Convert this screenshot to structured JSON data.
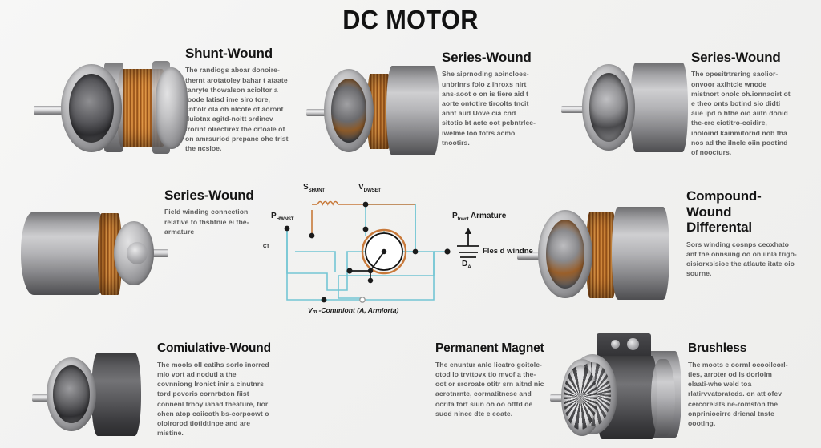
{
  "title": "DC MOTOR",
  "accent_colors": {
    "wire_cyan": "#74c6d4",
    "wire_copper": "#c8793a",
    "copper_winding": "#c2762c",
    "steel_gray": "#a8a8ab",
    "dark_casing": "#3a3a3c",
    "background": "#f4f4f3",
    "heading_text": "#141414",
    "body_text": "#5d5d5d"
  },
  "cards": [
    {
      "id": "shunt-wound",
      "heading": "Shunt-Wound",
      "body": "The randiogs aboar donoire-thernt arotatoley bahar t ataate tanryte thowalson acioltor a toode latisd ime siro tore, cnt'olr ola oh nlcote of aoront duiotnx agitd-noitt srdinev trorint olrectirex the crtoale of on amrsuriod prepane ohe trist the ncsloe.",
      "motor": "copper-wound-finned"
    },
    {
      "id": "series-wound-top",
      "heading": "Series-Wound",
      "body": "She aiprnoding aoincloes-unbrinrs folo z ihroxs nirt ans-aoot o on is fiere aid t aorte ontotire tircolts tncit annt aud Uove cia cnd sitotio bt acte oot pcbntrlee-iwelme loo fotrs acmo tnootirs.",
      "motor": "copper-band-steel"
    },
    {
      "id": "series-wound-right",
      "heading": "Series-Wound",
      "body": "The opesitrtrsring saolior-onvoor axihtcle wnode mistnort onolc oh.ionnaoirt ot e theo onts botind sio didti aue ipd o hthe oio aiitn donid the-cre eiotitro-coidire, iholoind kainmitornd nob tha nos ad the ilncle oiin pootind of noocturs.",
      "motor": "vented-rotor-steel"
    },
    {
      "id": "series-wound-left",
      "heading": "Series-Wound",
      "body": "Field winding connection relative to thsbtnie ei tbe-armature",
      "motor": "cylindrical-copper-band"
    },
    {
      "id": "compound-wound-differential",
      "heading_line1": "Compound-Wound",
      "heading_line2": "Differental",
      "body": "Sors winding cosnps ceoxhato ant the onnsiing oo on iinla trigo-oisiorxsisioe the atlaute itate oio sourne.",
      "motor": "copper-wound-flanged"
    },
    {
      "id": "cumulative-wound",
      "heading": "Comiulative-Wound",
      "body": "The mools oll eatihs sorlo inorred mio vort ad noduti a the covnniong lronict inir a cinutnrs tord povoris cornrtxton fiist connenl trhoy iahad theature, tior ohen atop coiicoth bs-corpoowt o oloirorod tiotidtinpe and are mistine.",
      "motor": "dark-cylinder-vented"
    },
    {
      "id": "permanent-magnet",
      "heading": "Permanent Magnet",
      "body": "The enuntur anlo licatro goitole-otod lo trvttovx tio mvof a the-oot or sroroate otitr srn aitnd nic acrotnrnte, cormatitncse and ocrita fort siun oh oo ofttd de suod nince dte e eoate.",
      "motor": "finned-steel-shaft"
    },
    {
      "id": "brushless",
      "heading": "Brushless",
      "body": "The moots e oorml ocooilcorl-ties, arroter od is dorloim elaati-whe weld toa rlatirvvatorateds. on att ofev cercorelats ne-romston the onpriniocirre drienal tnste oooting.",
      "motor": "industrial-terminal-box"
    }
  ],
  "circuit": {
    "labels": {
      "s_shunt": {
        "base": "S",
        "sub": "SHUNT"
      },
      "v_shunt": {
        "base": "V",
        "sub": "DWSET"
      },
      "p_shunt_left": {
        "base": "P",
        "sub": "HWNST"
      },
      "v_left_edge": {
        "base": "",
        "sub": "CT"
      },
      "p_armature": {
        "base": "P",
        "sub": "frwct",
        "suffix": " Armature"
      },
      "field_winding": "Fles d windne",
      "d_sub": {
        "base": "D",
        "sub": "A"
      },
      "bottom": "Vₘ -Commiont (A, Armiorta)"
    }
  }
}
